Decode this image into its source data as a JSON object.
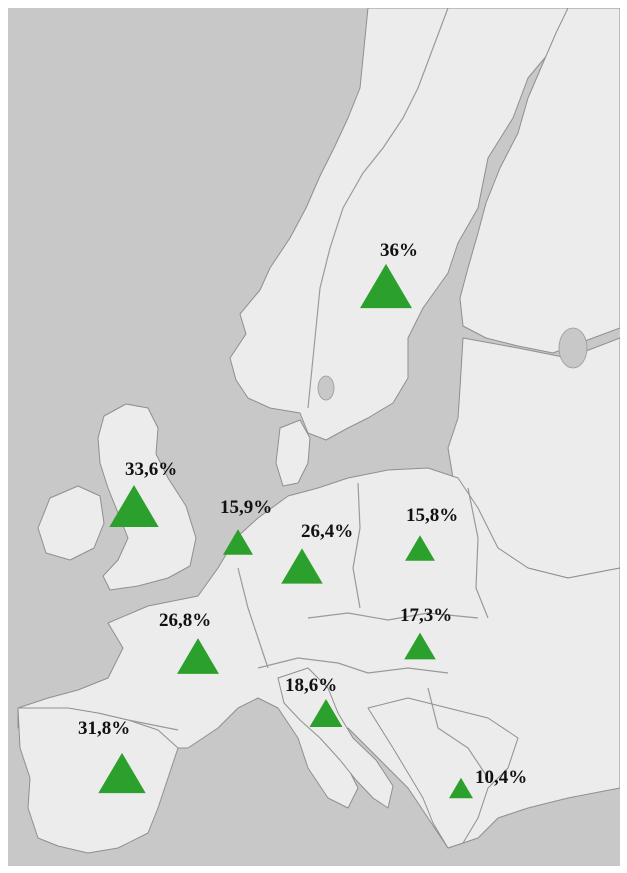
{
  "map": {
    "style": "grayscale-europe",
    "colors": {
      "sea": "#c8c8c8",
      "land": "#ececec",
      "border": "#8f8f8f",
      "marker": "#2ca02c",
      "label": "#111111"
    },
    "marker_icon": "green-triangle-up-icon",
    "markers": [
      {
        "label": "36%",
        "value": 36.0
      },
      {
        "label": "33,6%",
        "value": 33.6
      },
      {
        "label": "15,9%",
        "value": 15.9
      },
      {
        "label": "26,4%",
        "value": 26.4
      },
      {
        "label": "15,8%",
        "value": 15.8
      },
      {
        "label": "26,8%",
        "value": 26.8
      },
      {
        "label": "17,3%",
        "value": 17.3
      },
      {
        "label": "18,6%",
        "value": 18.6
      },
      {
        "label": "31,8%",
        "value": 31.8
      },
      {
        "label": "10,4%",
        "value": 10.4
      }
    ]
  }
}
